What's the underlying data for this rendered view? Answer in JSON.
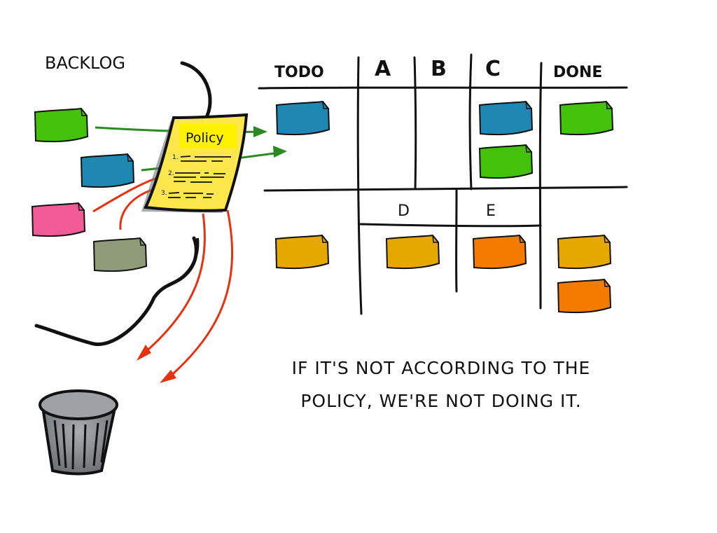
{
  "backlog": {
    "label": "BACKLOG",
    "cards": [
      {
        "color": "#44c20a",
        "name": "green"
      },
      {
        "color": "#1e87b2",
        "name": "blue"
      },
      {
        "color": "#f25b95",
        "name": "pink"
      },
      {
        "color": "#8f9b78",
        "name": "olive"
      }
    ]
  },
  "policy": {
    "title": "Policy",
    "items": [
      "1.",
      "2.",
      "3."
    ],
    "paper_color": "#fde74c",
    "title_bg": "#fff200"
  },
  "board": {
    "top_columns": [
      "TODO",
      "A",
      "B",
      "C",
      "DONE"
    ],
    "sub_columns": [
      "D",
      "E"
    ],
    "top_row_cards": {
      "TODO": [
        "#1e87b2"
      ],
      "C": [
        "#1e87b2",
        "#44c20a"
      ],
      "DONE": [
        "#44c20a"
      ]
    },
    "bottom_row_cards": {
      "TODO": [
        "#e5a800"
      ],
      "D": [
        "#e5a800"
      ],
      "E": [
        "#f57a00"
      ],
      "DONE": [
        "#e5a800",
        "#f57a00"
      ]
    }
  },
  "arrows": {
    "accepted_color": "#2a8a1f",
    "rejected_color": "#e8320f"
  },
  "trash": {
    "label": "trash-bin"
  },
  "caption": {
    "line1": "IF IT'S NOT ACCORDING TO THE",
    "line2": "POLICY, WE'RE NOT DOING IT."
  }
}
